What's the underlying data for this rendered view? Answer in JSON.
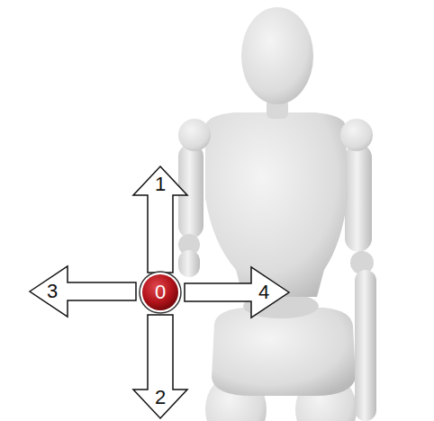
{
  "diagram": {
    "nodes": [
      {
        "text": [
          "1"
        ]
      },
      {
        "text": [
          "3"
        ]
      },
      {
        "text": [
          "0"
        ]
      },
      {
        "text": [
          "4"
        ]
      },
      {
        "text": [
          "2"
        ]
      }
    ]
  }
}
